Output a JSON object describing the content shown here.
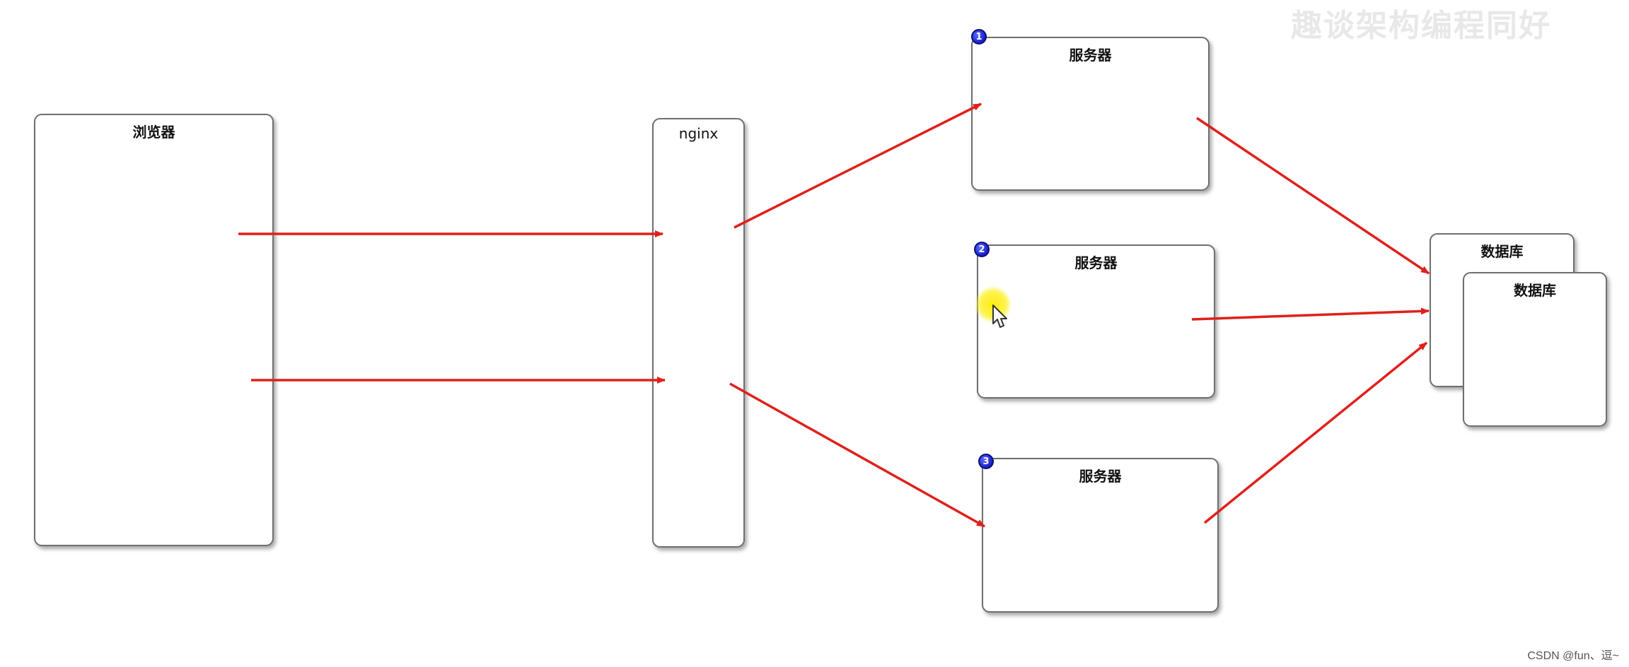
{
  "nodes": {
    "browser": {
      "label": "浏览器"
    },
    "nginx": {
      "label": "nginx"
    },
    "server1": {
      "label": "服务器",
      "badge": "1"
    },
    "server2": {
      "label": "服务器",
      "badge": "2"
    },
    "server3": {
      "label": "服务器",
      "badge": "3"
    },
    "database_back": {
      "label": "数据库"
    },
    "database_front": {
      "label": "数据库"
    }
  },
  "edges": [
    {
      "from": "browser",
      "to": "nginx"
    },
    {
      "from": "browser",
      "to": "nginx"
    },
    {
      "from": "nginx",
      "to": "server1"
    },
    {
      "from": "nginx",
      "to": "server3"
    },
    {
      "from": "server1",
      "to": "database"
    },
    {
      "from": "server2",
      "to": "database"
    },
    {
      "from": "server3",
      "to": "database"
    }
  ],
  "colors": {
    "arrow": "#e0201b",
    "badge": "#1a1fc8",
    "cursor_highlight": "#ffe600"
  },
  "watermark": {
    "top": "趣谈架构编程同好",
    "bottom": "CSDN @fun、逗~"
  }
}
